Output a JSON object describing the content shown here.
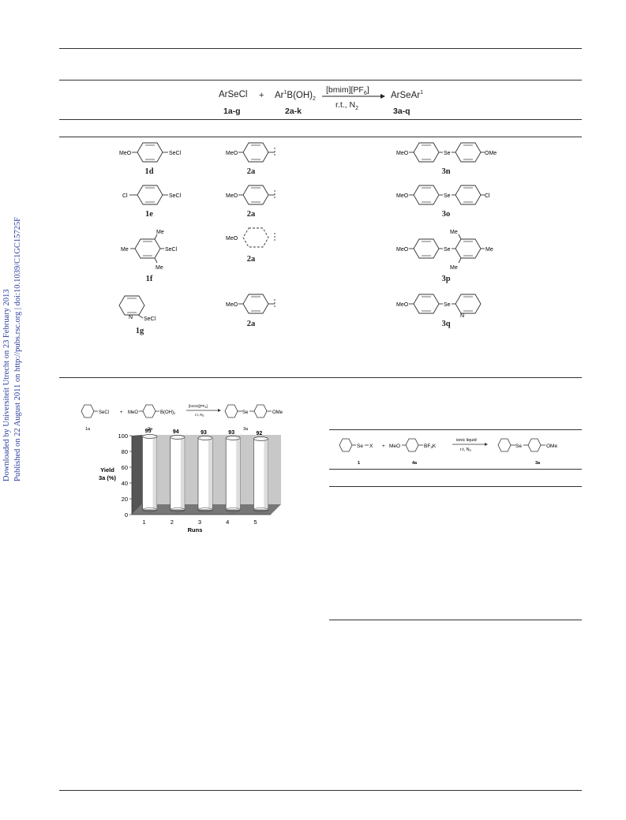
{
  "sidebar": {
    "line1": "Downloaded by Universiteit Utrecht on 23 February 2013",
    "line2": "Published on 22 August 2011 on http://pubs.rsc.org | doi:10.1039/C1GC15725F"
  },
  "scheme": {
    "reactant1": "ArSeCl",
    "reactant1_label": "1a-g",
    "plus": "+",
    "reactant2_prefix": "Ar",
    "reactant2_sup": "1",
    "reactant2_suffix": "B(OH)",
    "reactant2_sub": "2",
    "reactant2_label": "2a-k",
    "cond_top": "[bmim][PF",
    "cond_top_sub": "6",
    "cond_top_end": "]",
    "cond_bottom": "r.t., N",
    "cond_bottom_sub": "2",
    "product_prefix": "ArSeAr",
    "product_sup": "1",
    "product_label": "3a-q"
  },
  "table_rows": [
    {
      "sub_label": "1d",
      "aryl_label": "2a",
      "product_label": "3n",
      "sub_left": "MeO",
      "sub_right": "SeCl",
      "aryl_left": "MeO",
      "prod_left": "MeO",
      "prod_mid": "Se",
      "prod_right": "OMe"
    },
    {
      "sub_label": "1e",
      "aryl_label": "2a",
      "product_label": "3o",
      "sub_left": "Cl",
      "sub_right": "SeCl",
      "aryl_left": "MeO",
      "prod_left": "MeO",
      "prod_mid": "Se",
      "prod_right": "Cl"
    },
    {
      "sub_label": "1f",
      "aryl_label": "2a",
      "product_label": "3p",
      "sub_left": "Me",
      "sub_right": "SeCl",
      "sub_top": "Me",
      "sub_bottom": "Me",
      "aryl_left": "MeO",
      "prod_left": "MeO",
      "prod_mid": "Se",
      "prod_right": "Me",
      "prod_top": "Me",
      "prod_bottom": "Me"
    },
    {
      "sub_label": "1g",
      "aryl_label": "2a",
      "product_label": "3q",
      "sub_n": "N",
      "sub_right": "SeCl",
      "aryl_left": "MeO",
      "prod_left": "MeO",
      "prod_mid": "Se",
      "prod_n": "N"
    }
  ],
  "recycle_scheme": {
    "r1_text": "SeCl",
    "r1_label": "1a",
    "plus": "+",
    "r2_left": "MeO",
    "r2_right": "B(OH)",
    "r2_sub": "2",
    "r2_label": "2a",
    "cond_top": "[bmim][PF",
    "cond_top_sub": "6",
    "cond_top_end": "]",
    "cond_bottom": "r.t, N",
    "cond_bottom_sub": "2",
    "p_mid": "Se",
    "p_right": "OMe",
    "p_label": "3a"
  },
  "chart_data": {
    "type": "bar",
    "categories": [
      "1",
      "2",
      "3",
      "4",
      "5"
    ],
    "values": [
      95,
      94,
      93,
      93,
      92
    ],
    "xlabel": "Runs",
    "ylabel": "Yield 3a (%)",
    "ylabel_line1": "Yield",
    "ylabel_line2": "3a (%)",
    "ylim": [
      0,
      100
    ],
    "yticks": [
      "0",
      "20",
      "40",
      "60",
      "80",
      "100"
    ],
    "grid": false,
    "data_labels": true
  },
  "scheme3": {
    "r1_mid": "Se",
    "r1_right": "X",
    "r1_label": "1",
    "plus": "+",
    "r2_left": "MeO",
    "r2_right": "BF",
    "r2_sub": "3",
    "r2_end": "K",
    "r2_label": "4a",
    "cond_top": "ionic liquid",
    "cond_bottom": "r.t, N",
    "cond_bottom_sub": "2",
    "p_mid": "Se",
    "p_right": "OMe",
    "p_label": "3a"
  },
  "colors": {
    "rule": "#333333",
    "sidebar_text": "#2b3f9e",
    "chart_bg": "#c8c8c8",
    "chart_floor": "#777777",
    "chart_wall_dark": "#555555"
  }
}
